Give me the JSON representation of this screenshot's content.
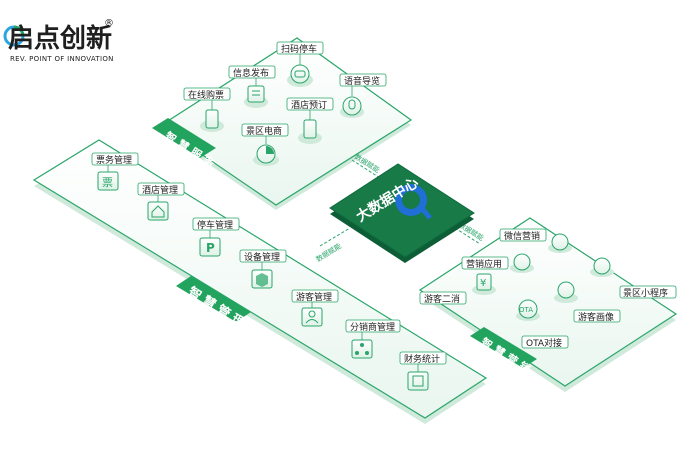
{
  "logo": {
    "text": "启点创新",
    "reg_mark": "®",
    "subtitle": "REV. POINT OF INNOVATION"
  },
  "center": {
    "label": "大数据中心"
  },
  "links": {
    "top": "数据赋能",
    "left": "数据赋能",
    "right": "数据赋能"
  },
  "panels": {
    "services": {
      "tag": "智慧服务",
      "items": [
        "扫码停车",
        "信息发布",
        "语音导览",
        "在线购票",
        "酒店预订",
        "景区电商"
      ]
    },
    "management": {
      "tag": "智慧管理",
      "items": [
        "票务管理",
        "酒店管理",
        "停车管理",
        "设备管理",
        "游客管理",
        "分销商管理",
        "财务统计"
      ],
      "glyphs": {
        "ticket": "票",
        "parking": "P"
      }
    },
    "marketing": {
      "tag": "智慧营销",
      "items": [
        "微信营销",
        "营销应用",
        "景区小程序",
        "游客二消",
        "游客画像",
        "OTA对接"
      ],
      "glyphs": {
        "ota": "OTA",
        "yen": "¥"
      }
    }
  },
  "colors": {
    "brand_green": "#22a35e",
    "dark_green": "#0f6b3e",
    "line_green": "#3fb877",
    "panel_fill": "#ffffff",
    "center_blue": "#1f6fd6"
  }
}
